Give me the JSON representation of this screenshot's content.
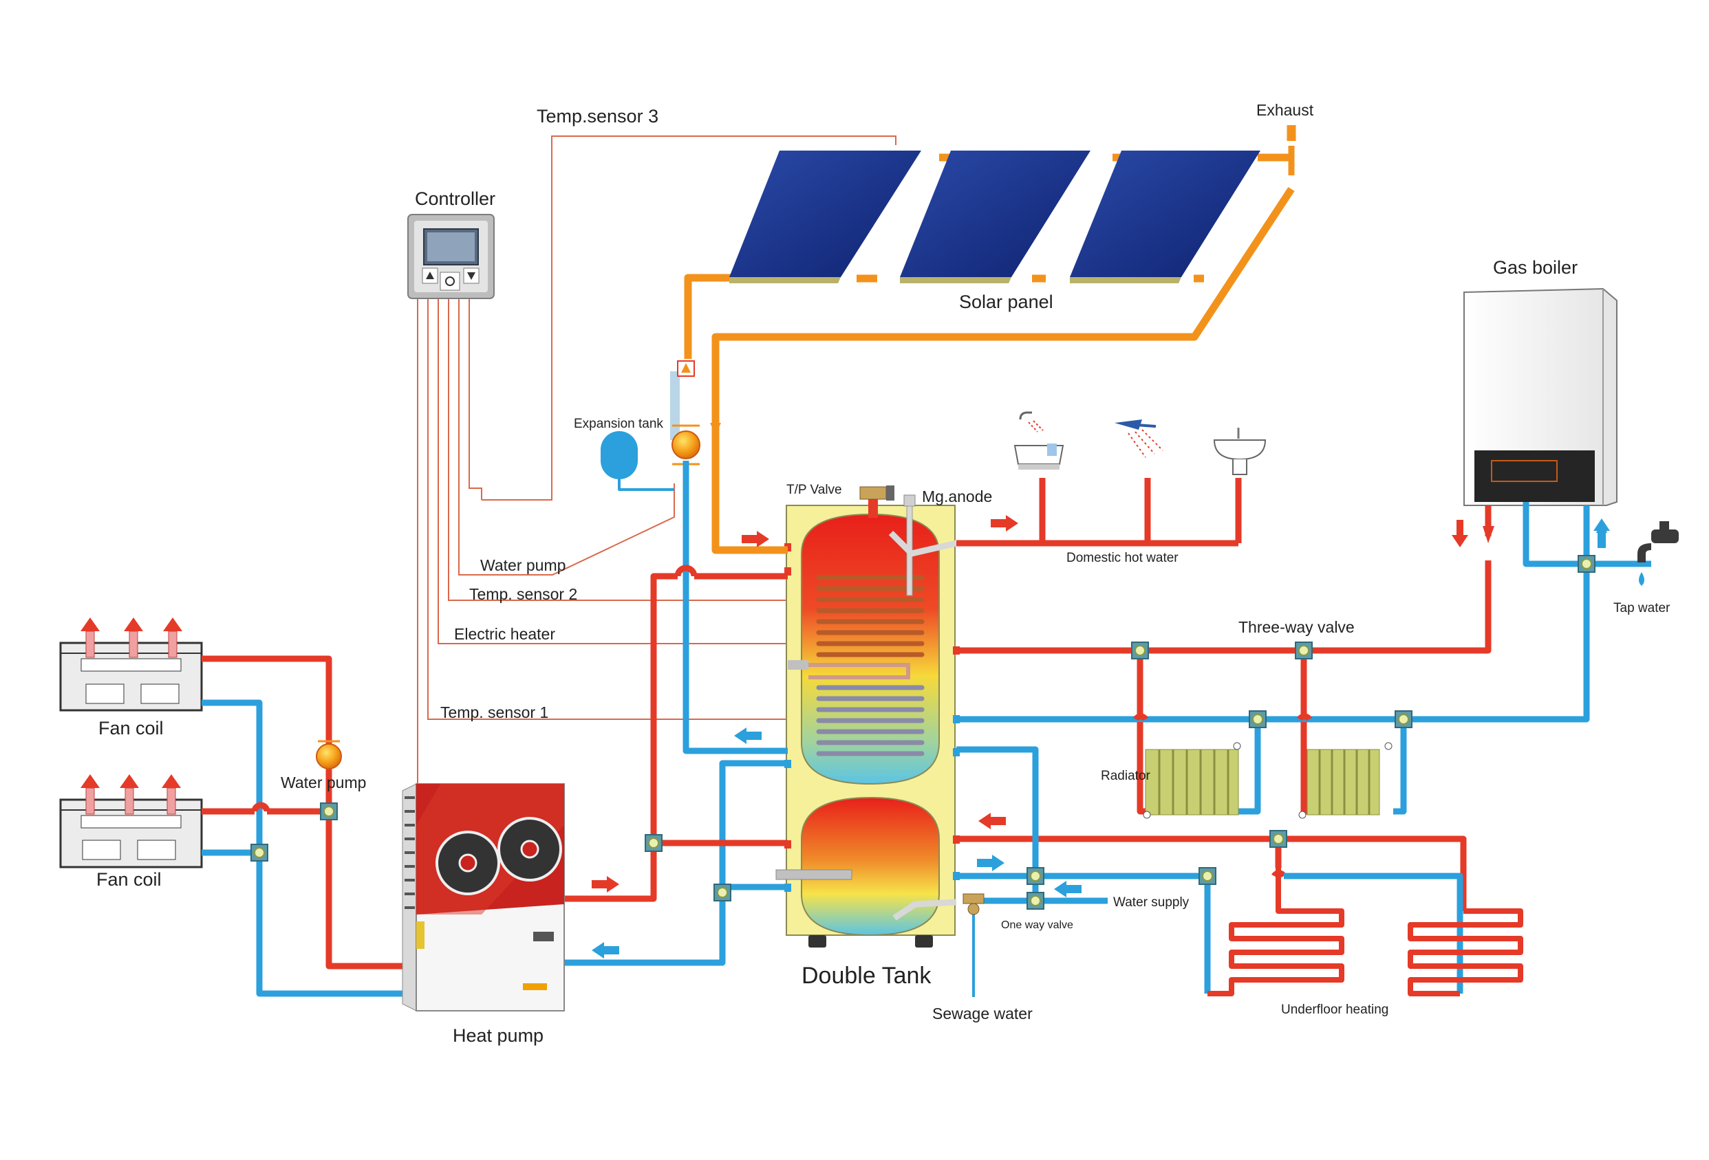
{
  "labels": {
    "temp_sensor_3": "Temp.sensor 3",
    "exhaust": "Exhaust",
    "controller": "Controller",
    "solar_panel": "Solar panel",
    "gas_boiler": "Gas boiler",
    "expansion_tank": "Expansion tank",
    "tp_valve": "T/P Valve",
    "mg_anode": "Mg.anode",
    "domestic_hot_water": "Domestic hot water",
    "water_pump_top": "Water pump",
    "temp_sensor_2": "Temp. sensor  2",
    "electric_heater": "Electric heater",
    "temp_sensor_1": "Temp. sensor  1",
    "three_way_valve": "Three-way valve",
    "tap_water": "Tap water",
    "radiator": "Radiator",
    "fan_coil_1": "Fan coil",
    "fan_coil_2": "Fan coil",
    "water_pump_left": "Water  pump",
    "heat_pump": "Heat pump",
    "double_tank": "Double Tank",
    "water_supply": "Water supply",
    "one_way_valve": "One way valve",
    "sewage_water": "Sewage water",
    "underfloor_heating": "Underfloor heating"
  },
  "colors": {
    "hot_pipe": "#e53a28",
    "cold_pipe": "#2ba0dc",
    "solar_pipe": "#f3921b",
    "solar_panel": "#1e3a8a",
    "tank_body": "#f6f09a"
  },
  "icons": {
    "controller": "thermostat-icon",
    "bathtub": "bathtub-icon",
    "shower": "shower-icon",
    "sink": "sink-icon",
    "tap": "faucet-icon"
  }
}
